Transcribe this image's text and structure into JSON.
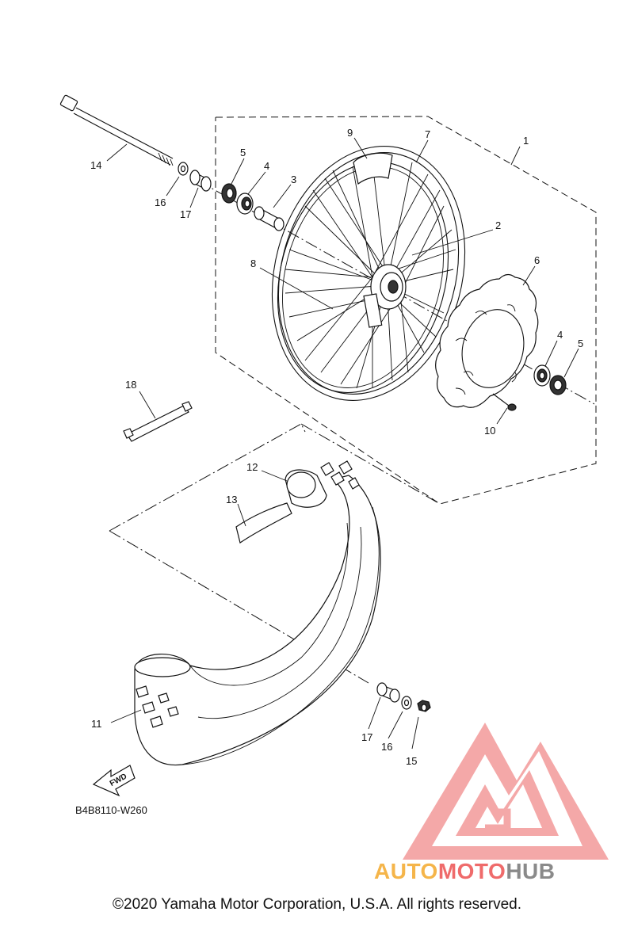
{
  "diagram": {
    "code": "B4B8110-W260",
    "fwd_label": "FWD",
    "callouts": {
      "c1": "1",
      "c2": "2",
      "c3": "3",
      "c4a": "4",
      "c4b": "4",
      "c5a": "5",
      "c5b": "5",
      "c6": "6",
      "c7": "7",
      "c8": "8",
      "c9": "9",
      "c10": "10",
      "c11": "11",
      "c12": "12",
      "c13": "13",
      "c14": "14",
      "c15": "15",
      "c16a": "16",
      "c16b": "16",
      "c17a": "17",
      "c17b": "17",
      "c18": "18"
    }
  },
  "watermark": {
    "part1": "AUTO",
    "part2": "MOTO",
    "part3": "HUB",
    "colors": {
      "orange": "#f5b54a",
      "red": "#ef6b6b",
      "gray": "#8a8a8a"
    }
  },
  "footer": {
    "copyright": "©2020 Yamaha Motor Corporation, U.S.A. All rights reserved."
  }
}
